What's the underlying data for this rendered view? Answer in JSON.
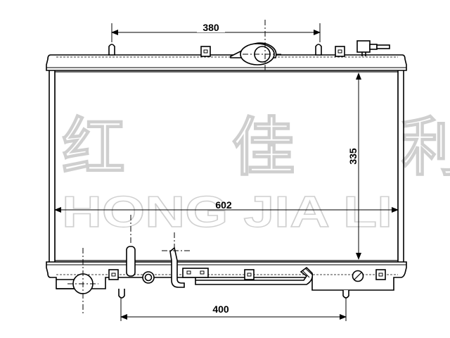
{
  "dimensions": {
    "top_width": "380",
    "core_width": "602",
    "core_height": "335",
    "bottom_width": "400"
  },
  "watermark": {
    "chinese": "红 佳 利",
    "latin": "HONG JIA LI"
  },
  "colors": {
    "line": "#000000",
    "watermark_outline": "#cfcfcf",
    "background": "#ffffff"
  }
}
